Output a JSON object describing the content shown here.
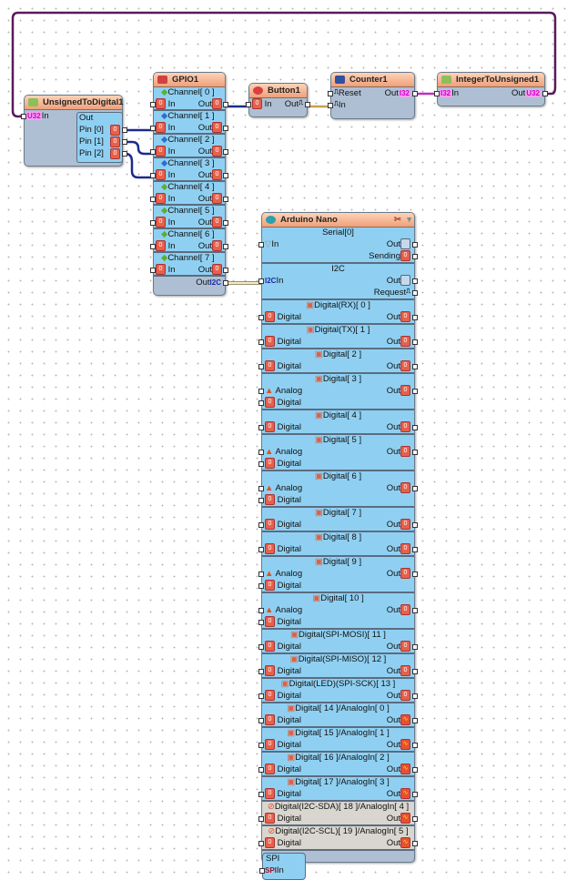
{
  "components": {
    "unsigned_to_digital": {
      "title": "UnsignedToDigital1",
      "in_label": "In",
      "in_type": "U32",
      "out_label": "Out",
      "pins": [
        "Pin [0]",
        "Pin [1]",
        "Pin [2]"
      ]
    },
    "gpio": {
      "title": "GPIO1",
      "channels": [
        "Channel[ 0 ]",
        "Channel[ 1 ]",
        "Channel[ 2 ]",
        "Channel[ 3 ]",
        "Channel[ 4 ]",
        "Channel[ 5 ]",
        "Channel[ 6 ]",
        "Channel[ 7 ]"
      ],
      "in_label": "In",
      "out_label": "Out",
      "bus_out": "Out",
      "bus_type": "I2C"
    },
    "button": {
      "title": "Button1",
      "in_label": "In",
      "out_label": "Out"
    },
    "counter": {
      "title": "Counter1",
      "reset_label": "Reset",
      "in_label": "In",
      "out_label": "Out",
      "out_type": "I32"
    },
    "int_to_unsigned": {
      "title": "IntegerToUnsigned1",
      "in_label": "In",
      "in_type": "I32",
      "out_label": "Out",
      "out_type": "U32"
    },
    "arduino": {
      "title": "Arduino Nano",
      "serial": {
        "title": "Serial[0]",
        "in": "In",
        "out": "Out",
        "sending": "Sending"
      },
      "i2c": {
        "title": "I2C",
        "in": "In",
        "out": "Out",
        "request": "Request",
        "type": "I2C"
      },
      "digital_label": "Digital",
      "analog_label": "Analog",
      "out_label": "Out",
      "pins": [
        {
          "title": "Digital(RX)[ 0 ]",
          "analog": false,
          "analog_out": false,
          "disabled": false
        },
        {
          "title": "Digital(TX)[ 1 ]",
          "analog": false,
          "analog_out": false,
          "disabled": false
        },
        {
          "title": "Digital[ 2 ]",
          "analog": false,
          "analog_out": false,
          "disabled": false
        },
        {
          "title": "Digital[ 3 ]",
          "analog": true,
          "analog_out": false,
          "disabled": false
        },
        {
          "title": "Digital[ 4 ]",
          "analog": false,
          "analog_out": false,
          "disabled": false
        },
        {
          "title": "Digital[ 5 ]",
          "analog": true,
          "analog_out": false,
          "disabled": false
        },
        {
          "title": "Digital[ 6 ]",
          "analog": true,
          "analog_out": false,
          "disabled": false
        },
        {
          "title": "Digital[ 7 ]",
          "analog": false,
          "analog_out": false,
          "disabled": false
        },
        {
          "title": "Digital[ 8 ]",
          "analog": false,
          "analog_out": false,
          "disabled": false
        },
        {
          "title": "Digital[ 9 ]",
          "analog": true,
          "analog_out": false,
          "disabled": false
        },
        {
          "title": "Digital[ 10 ]",
          "analog": true,
          "analog_out": false,
          "disabled": false
        },
        {
          "title": "Digital(SPI-MOSI)[ 11 ]",
          "analog": false,
          "analog_out": false,
          "disabled": false
        },
        {
          "title": "Digital(SPI-MISO)[ 12 ]",
          "analog": false,
          "analog_out": false,
          "disabled": false
        },
        {
          "title": "Digital(LED)(SPI-SCK)[ 13 ]",
          "analog": false,
          "analog_out": false,
          "disabled": false
        },
        {
          "title": "Digital[ 14 ]/AnalogIn[ 0 ]",
          "analog": false,
          "analog_out": true,
          "disabled": false
        },
        {
          "title": "Digital[ 15 ]/AnalogIn[ 1 ]",
          "analog": false,
          "analog_out": true,
          "disabled": false
        },
        {
          "title": "Digital[ 16 ]/AnalogIn[ 2 ]",
          "analog": false,
          "analog_out": true,
          "disabled": false
        },
        {
          "title": "Digital[ 17 ]/AnalogIn[ 3 ]",
          "analog": false,
          "analog_out": true,
          "disabled": false
        },
        {
          "title": "Digital(I2C-SDA)[ 18 ]/AnalogIn[ 4 ]",
          "analog": false,
          "analog_out": true,
          "disabled": true
        },
        {
          "title": "Digital(I2C-SCL)[ 19 ]/AnalogIn[ 5 ]",
          "analog": false,
          "analog_out": true,
          "disabled": true
        }
      ],
      "spi": {
        "title": "SPI",
        "in": "In",
        "type": "SPI"
      }
    }
  },
  "colors": {
    "wire_digital": "#1c2a8c",
    "wire_clock": "#c8a050",
    "wire_int": "#b030b0",
    "wire_unsigned": "#5a1a5a",
    "wire_i2c": "#e8e0b0"
  }
}
